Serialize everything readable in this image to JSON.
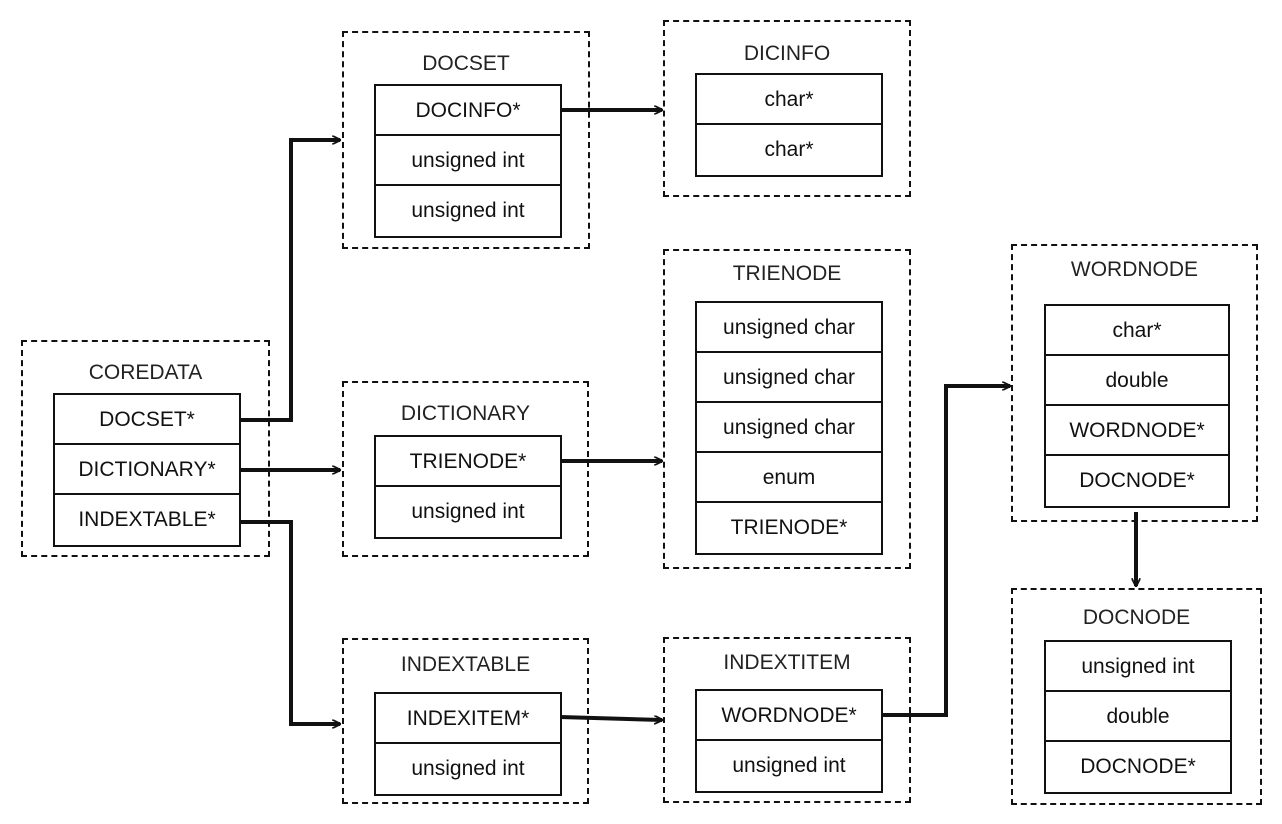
{
  "groups": [
    {
      "id": "coredata",
      "title": "COREDATA",
      "fields": [
        "DOCSET*",
        "DICTIONARY*",
        "INDEXTABLE*"
      ]
    },
    {
      "id": "docset",
      "title": "DOCSET",
      "fields": [
        "DOCINFO*",
        "unsigned int",
        "unsigned int"
      ]
    },
    {
      "id": "dicinfo",
      "title": "DICINFO",
      "fields": [
        "char*",
        "char*"
      ]
    },
    {
      "id": "dictionary",
      "title": "DICTIONARY",
      "fields": [
        "TRIENODE*",
        "unsigned int"
      ]
    },
    {
      "id": "trienode",
      "title": "TRIENODE",
      "fields": [
        "unsigned char",
        "unsigned char",
        "unsigned char",
        "enum",
        "TRIENODE*"
      ]
    },
    {
      "id": "wordnode",
      "title": "WORDNODE",
      "fields": [
        "char*",
        "double",
        "WORDNODE*",
        "DOCNODE*"
      ]
    },
    {
      "id": "indextable",
      "title": "INDEXTABLE",
      "fields": [
        "INDEXITEM*",
        "unsigned int"
      ]
    },
    {
      "id": "indextitem",
      "title": "INDEXTITEM",
      "fields": [
        "WORDNODE*",
        "unsigned int"
      ]
    },
    {
      "id": "docnode",
      "title": "DOCNODE",
      "fields": [
        "unsigned int",
        "double",
        "DOCNODE*"
      ]
    }
  ]
}
